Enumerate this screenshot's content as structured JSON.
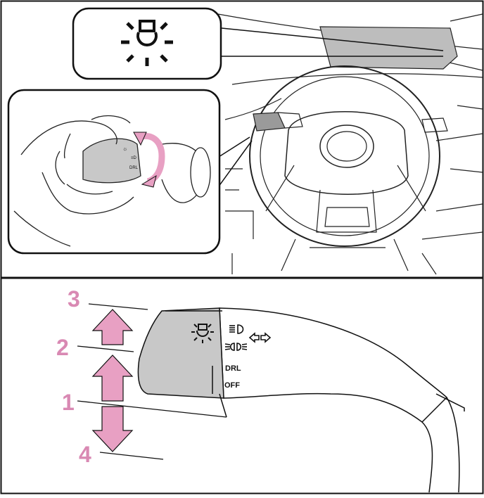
{
  "colors": {
    "accent_pink": "#e8a0c3",
    "number_pink": "#d989b3",
    "line": "#111111",
    "gray_fill": "#c8c8c8",
    "screen_gray": "#bdbdbd"
  },
  "icons": {
    "callout": "headlight-sun-icon",
    "knob_ring": "rotate-arrows-icon"
  },
  "lever": {
    "labels": {
      "drl": "DRL",
      "off": "OFF"
    },
    "icons": [
      "sun-light-icon",
      "high-beam-icon",
      "fog-light-icon",
      "turn-signal-arrows-icon"
    ]
  },
  "steps": {
    "n1": "1",
    "n2": "2",
    "n3": "3",
    "n4": "4"
  }
}
